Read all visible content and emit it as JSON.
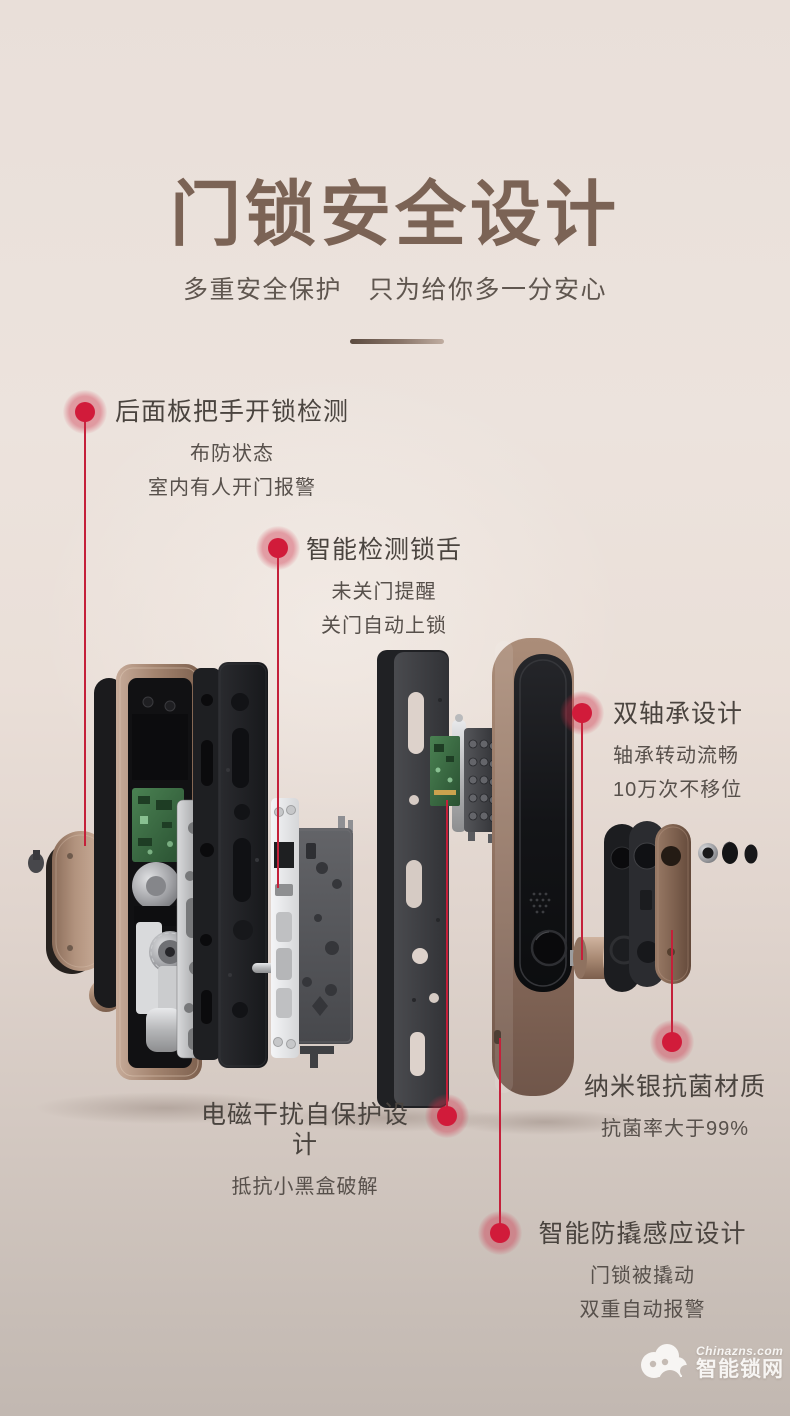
{
  "page": {
    "title": "门锁安全设计",
    "subtitle": "多重安全保护　只为给你多一分安心"
  },
  "callouts": [
    {
      "id": "rear-handle-detection",
      "heading": "后面板把手开锁检测",
      "lines": [
        "布防状态",
        "室内有人开门报警"
      ]
    },
    {
      "id": "deadbolt-detection",
      "heading": "智能检测锁舌",
      "lines": [
        "未关门提醒",
        "关门自动上锁"
      ]
    },
    {
      "id": "dual-bearing",
      "heading": "双轴承设计",
      "lines": [
        "轴承转动流畅",
        "10万次不移位"
      ]
    },
    {
      "id": "emi-self-protection",
      "heading": "电磁干扰自保护设计",
      "lines": [
        "抵抗小黑盒破解"
      ]
    },
    {
      "id": "nano-silver",
      "heading": "纳米银抗菌材质",
      "lines": [
        "抗菌率大于99%"
      ]
    },
    {
      "id": "anti-pry-sensor",
      "heading": "智能防撬感应设计",
      "lines": [
        "门锁被撬动",
        "双重自动报警"
      ]
    }
  ],
  "watermark": {
    "site": "Chinazns.com",
    "name": "智能锁网"
  },
  "colors": {
    "accent_red": "#D11B3A",
    "title_brown": "#7B6355",
    "rose_gold": "#A98A77",
    "heading_text": "#4A443F",
    "body_text": "#57504B",
    "background_top": "#E9DFD9",
    "background_bottom": "#C2B8B1"
  }
}
